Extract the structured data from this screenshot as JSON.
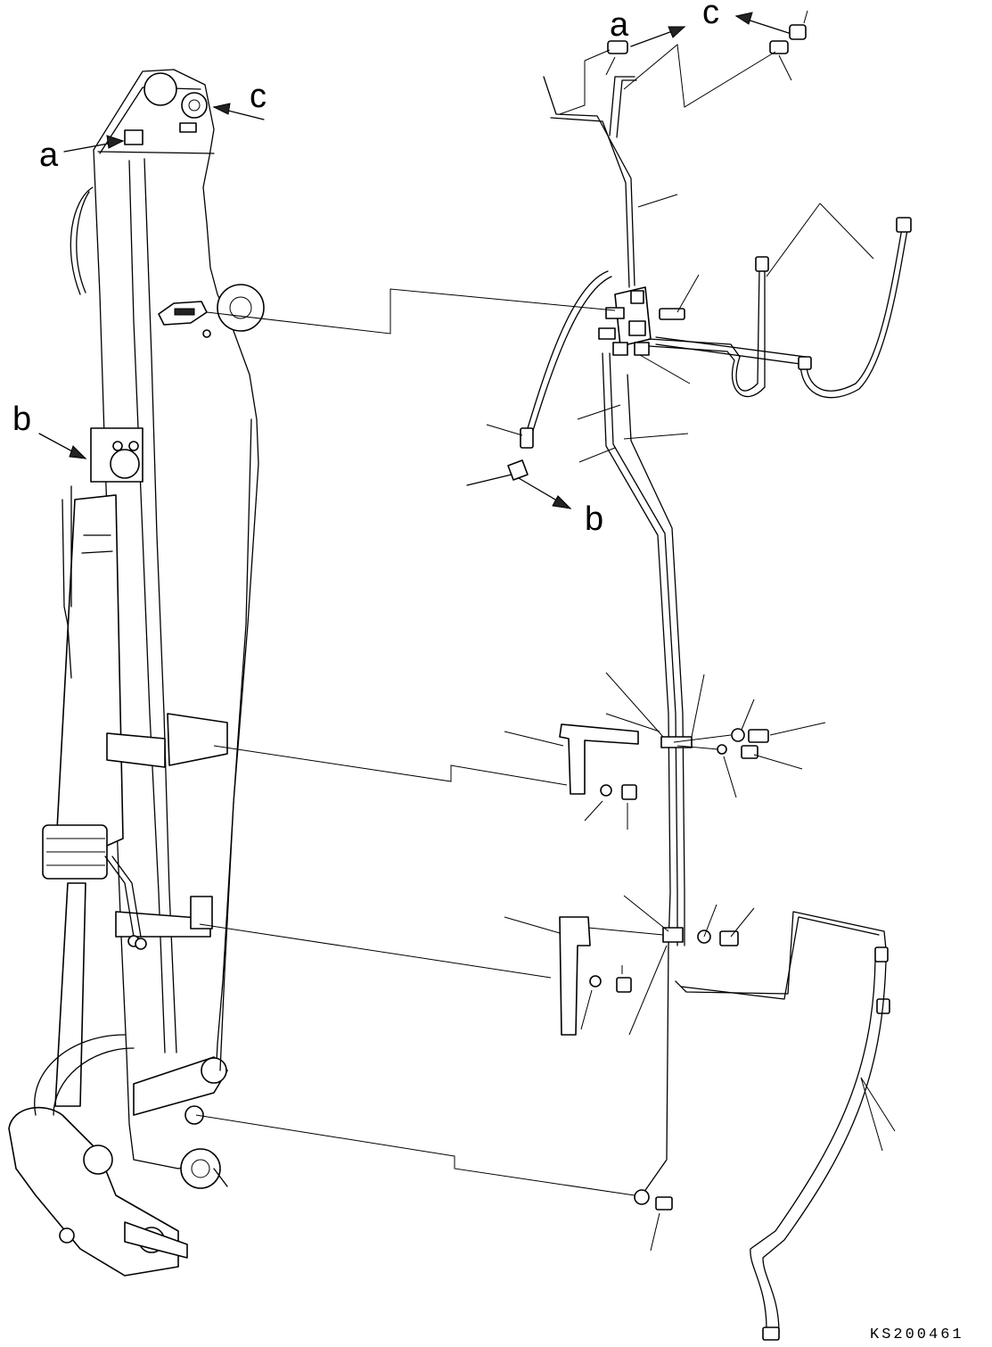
{
  "callouts": {
    "a_top": "a",
    "c_top": "c",
    "a_boom": "a",
    "c_boom": "c",
    "b_boom": "b",
    "b_valve": "b"
  },
  "drawing_code": "KS200461"
}
